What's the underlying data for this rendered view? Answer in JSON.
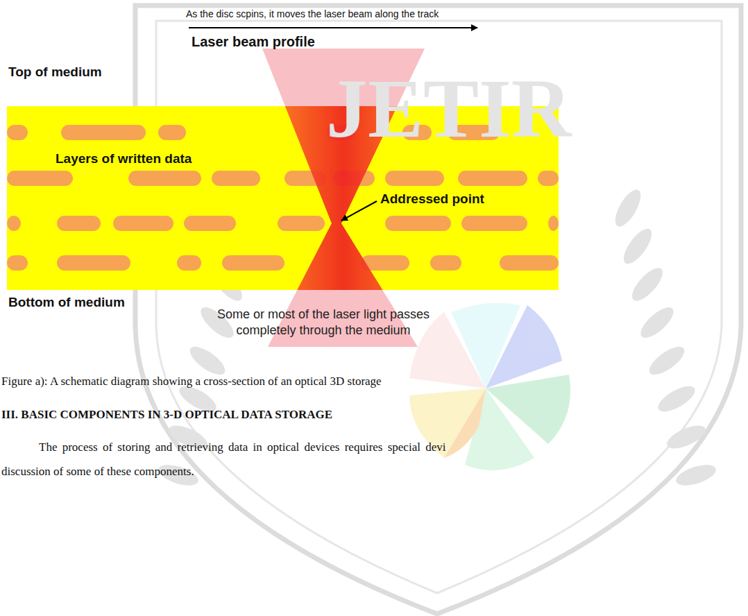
{
  "diagram": {
    "caption": "Figure a): A schematic diagram showing a cross-section of an optical 3D storage",
    "nodes": [
      {
        "text": [
          "Top of medium",
          "Layers of written data",
          "Bottom of medium"
        ]
      }
    ],
    "labels": [
      "As the disc scpins, it moves the laser beam along the track",
      "Laser beam profile",
      "Addressed point",
      "Some or most of the laser light passes completely through the medium",
      "III. BASIC COMPONENTS IN 3-D OPTICAL DATA STORAGE",
      "The process of storing and retrieving data in optical devices requires special devi",
      "discussion of some of these components.",
      "JETIR"
    ]
  }
}
